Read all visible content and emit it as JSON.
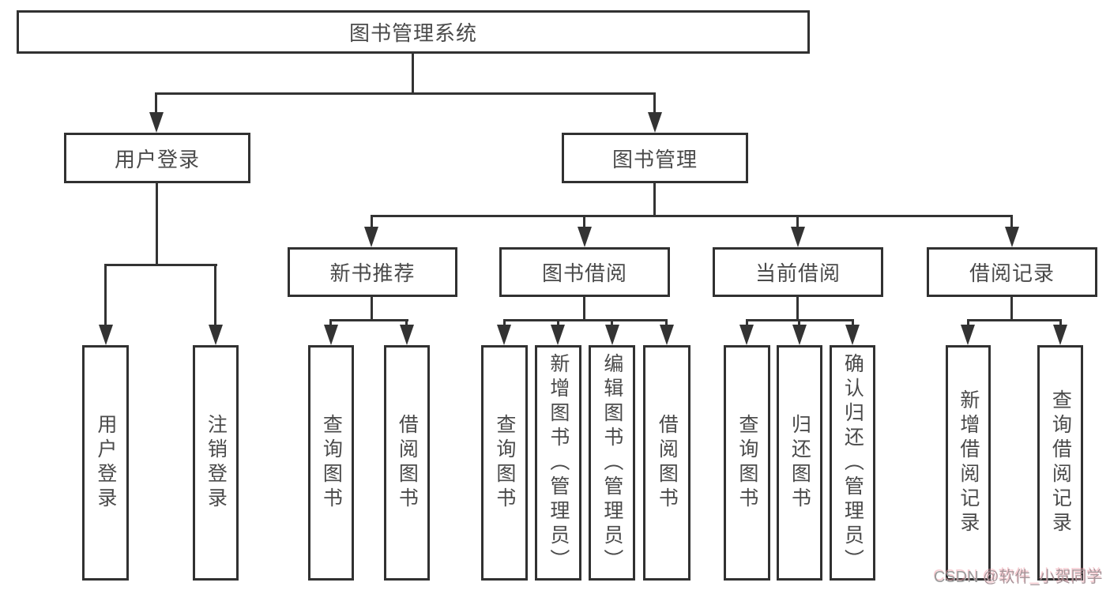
{
  "title": "图书管理系统",
  "level2": [
    "用户登录",
    "图书管理"
  ],
  "level3": [
    "新书推荐",
    "图书借阅",
    "当前借阅",
    "借阅记录"
  ],
  "leaves": {
    "user_login": [
      "用户登录",
      "注销登录"
    ],
    "new_book_recommend": [
      "查询图书",
      "借阅图书"
    ],
    "book_borrow": [
      "查询图书",
      "新增图书（管理员）",
      "编辑图书（管理员）",
      "借阅图书"
    ],
    "current_borrow": [
      "查询图书",
      "归还图书",
      "确认归还（管理员）"
    ],
    "borrow_records": [
      "新增借阅记录",
      "查询借阅记录"
    ]
  },
  "watermark": {
    "brand": "CSDN ",
    "handle": "@软件_小贺同学"
  },
  "colors": {
    "line": "#333333",
    "box_border": "#313131",
    "text": "#4a4a4a",
    "watermark": "#9b9b9b",
    "watermark_accent": "#f19eaa"
  }
}
